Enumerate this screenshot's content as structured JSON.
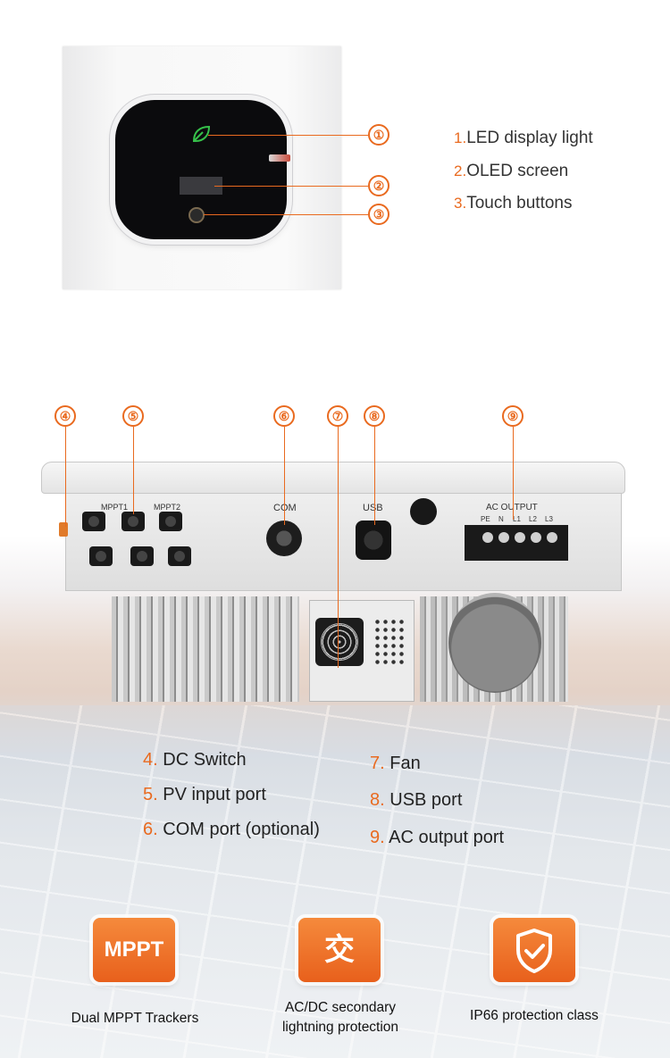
{
  "top_callouts": [
    {
      "num": "①"
    },
    {
      "num": "②"
    },
    {
      "num": "③"
    }
  ],
  "top_legend": [
    {
      "num": "1.",
      "label": "LED display light"
    },
    {
      "num": "2.",
      "label": "OLED screen"
    },
    {
      "num": "3.",
      "label": "Touch buttons"
    }
  ],
  "inverter_callouts": [
    "④",
    "⑤",
    "⑥",
    "⑦",
    "⑧",
    "⑨"
  ],
  "inverter_labels": {
    "com": "COM",
    "usb": "USB",
    "ac_output": "AC OUTPUT",
    "ac_terminals": [
      "PE",
      "N",
      "L1",
      "L2",
      "L3"
    ],
    "mppt1": "MPPT1",
    "mppt2": "MPPT2"
  },
  "bottom_legend_left": [
    {
      "num": "4.",
      "label": "DC Switch"
    },
    {
      "num": "5.",
      "label": "PV input port"
    },
    {
      "num": "6.",
      "label": "COM port (optional)"
    }
  ],
  "bottom_legend_right": [
    {
      "num": "7.",
      "label": "Fan"
    },
    {
      "num": "8.",
      "label": "USB port"
    },
    {
      "num": "9.",
      "label": "AC output port"
    }
  ],
  "badges": [
    {
      "icon_text": "MPPT",
      "caption_line1": "Dual MPPT Trackers",
      "caption_line2": ""
    },
    {
      "icon_text": "交",
      "caption_line1": "AC/DC secondary",
      "caption_line2": "lightning protection"
    },
    {
      "icon_name": "shield-check-icon",
      "caption_line1": "IP66 protection class",
      "caption_line2": ""
    }
  ],
  "colors": {
    "accent": "#e96a1f",
    "badge": "#f07a2c"
  }
}
